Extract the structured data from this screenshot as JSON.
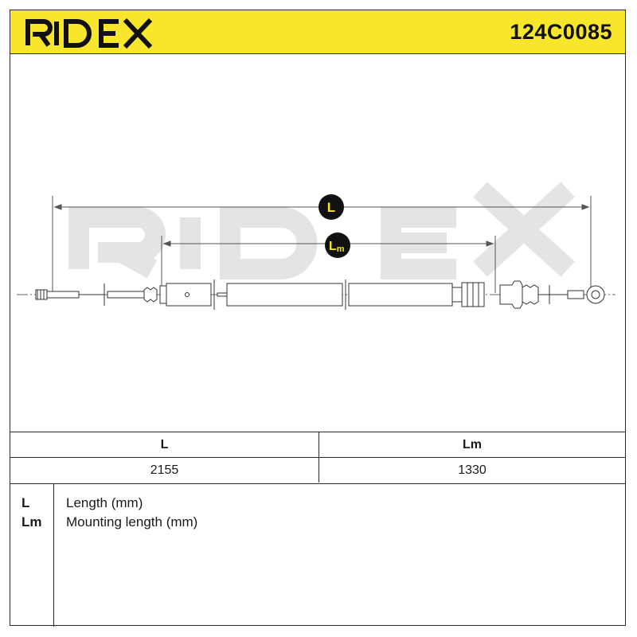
{
  "brand": {
    "logo_text": "RIDEX",
    "accent_color": "#f7e62b"
  },
  "part_number": "124C0085",
  "diagram": {
    "watermark": "RIDEX",
    "dimension_L_label": "L",
    "dimension_Lm_main": "L",
    "dimension_Lm_sub": "m"
  },
  "table": {
    "headers": [
      "L",
      "Lm"
    ],
    "values": [
      "2155",
      "1330"
    ]
  },
  "legend": [
    {
      "symbol": "L",
      "description": "Length (mm)"
    },
    {
      "symbol": "Lm",
      "description": "Mounting length (mm)"
    }
  ]
}
